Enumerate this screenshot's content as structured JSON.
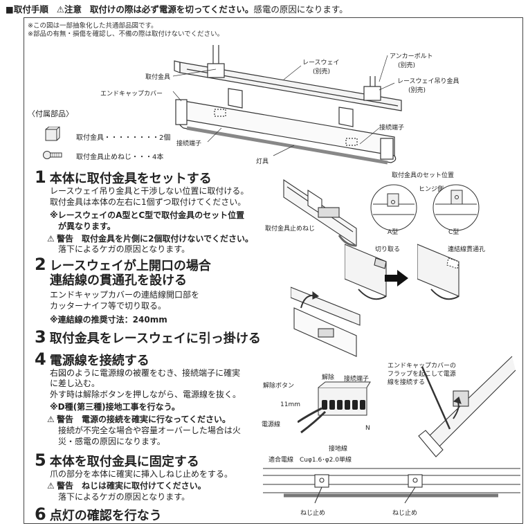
{
  "header": {
    "square": "■",
    "title": "取付手順",
    "warn_symbol": "⚠",
    "caution_label": "注意",
    "caution_bold": "取付けの際は必ず電源を切ってください。",
    "caution_rest": "感電の原因になります。"
  },
  "notes": [
    "※この図は一部抽象化した共通部品図です。",
    "※部品の有無・損傷を確認し、不備の際は取付けないでください。"
  ],
  "overview_labels": {
    "raceway": "レースウェイ",
    "raceway_sep": "(別売)",
    "anchor_bolt": "アンカーボルト",
    "anchor_sep": "(別売)",
    "hanger": "レースウェイ吊り金具",
    "hanger_sep": "(別売)",
    "mount_bracket": "取付金具",
    "end_cap": "エンドキャップカバー",
    "terminal_left": "接続端子",
    "terminal_right": "接続端子",
    "fixture": "灯具"
  },
  "accessories": {
    "title": "〈付属部品〉",
    "items": [
      {
        "name": "取付金具・・・・・・・・2個"
      },
      {
        "name": "取付金具止めねじ・・・4本"
      }
    ]
  },
  "steps": [
    {
      "num": "1",
      "title": "本体に取付金具をセットする",
      "lines": [
        "レースウェイ吊り金具と干渉しない位置に取付ける。",
        "取付金具は本体の左右に1個ずつ取付けてください。"
      ],
      "bold_lines": [
        "※レースウェイのA型とC型で取付金具のセット位置",
        "が異なります。"
      ],
      "warning": "警告　取付金具を片側に2個取付けないでください。",
      "warning_sub": "落下によるケガの原因となります。"
    },
    {
      "num": "2",
      "title_a": "レースウェイが上開口の場合",
      "title_b": "連結線の貫通孔を設ける",
      "lines": [
        "エンドキャップカバーの連結線開口部を",
        "カッターナイフ等で切り取る。"
      ],
      "bold_line": "※連結線の推奨寸法：240mm"
    },
    {
      "num": "3",
      "title": "取付金具をレースウェイに引っ掛ける"
    },
    {
      "num": "4",
      "title": "電源線を接続する",
      "lines": [
        "右図のように電源線の被覆をむき、接続端子に確実",
        "に差し込む。",
        "外す時は解除ボタンを押しながら、電源線を抜く。"
      ],
      "bold_line": "※D種(第三種)接地工事を行なう。",
      "warning": "警告　電源の接続を確実に行なってください。",
      "warning_sub1": "接続が不完全な場合や容量オーバーした場合は火",
      "warning_sub2": "災・感電の原因になります。"
    },
    {
      "num": "5",
      "title": "本体を取付金具に固定する",
      "lines": [
        "爪の部分を本体に確実に挿入しねじ止めをする。"
      ],
      "warning": "警告　ねじは確実に取付けてください。",
      "warning_sub": "落下によるケガの原因となります。"
    },
    {
      "num": "6",
      "title": "点灯の確認を行なう"
    }
  ],
  "diagram_labels": {
    "set_position": "取付金具のセット位置",
    "hinge_side": "ヒンジ側",
    "type_a": "A型",
    "type_c": "C型",
    "screw": "取付金具止めねじ",
    "cut": "切り取る",
    "through_hole": "連結線貫通孔",
    "release_button": "解除ボタン",
    "release": "解除",
    "terminal": "接続端子",
    "strip_len": "11mm",
    "power_wire": "電源線",
    "ground_wire": "接地線",
    "n_mark": "N",
    "endcap_note1": "エンドキャップカバーの",
    "endcap_note2": "フラップを起こして電源",
    "endcap_note3": "線を接続する",
    "wire_spec": "適合電線　Cuφ1.6･φ2.0単線",
    "screw_left": "ねじ止め",
    "screw_right": "ねじ止め"
  }
}
